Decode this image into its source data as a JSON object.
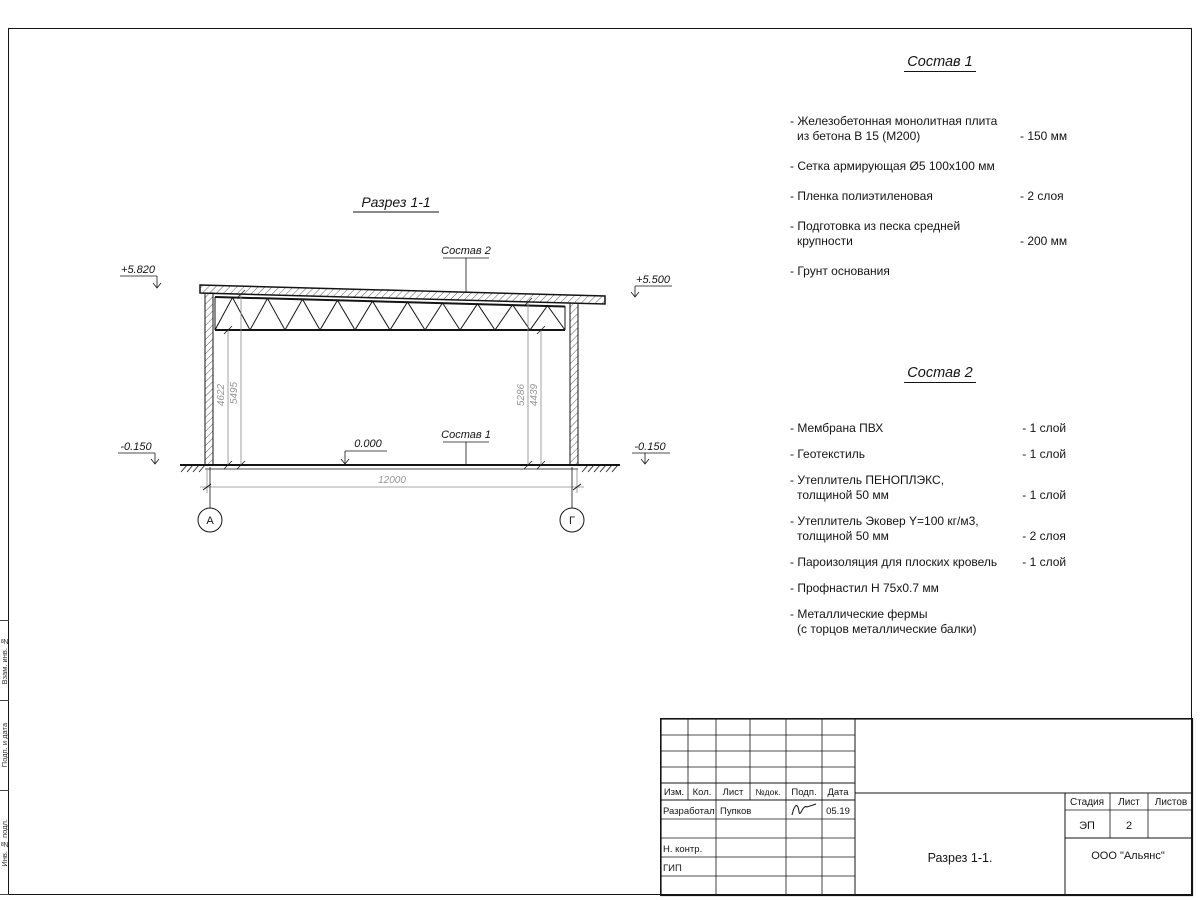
{
  "sheet": {
    "side_labels": [
      "Взам. инв. №",
      "Подп. и дата",
      "Инв. № подл."
    ]
  },
  "drawing": {
    "title": "Разрез 1-1",
    "elev_top_left": "+5.820",
    "elev_top_right": "+5.500",
    "elev_zero": "0.000",
    "elev_bottom_left": "-0.150",
    "elev_bottom_right": "-0.150",
    "dim_span": "12000",
    "dim_left_inner": "4622",
    "dim_left_outer": "5495",
    "dim_right_inner": "5286",
    "dim_right_outer": "4439",
    "leader_roof": "Состав 2",
    "leader_floor": "Состав 1",
    "axis_left": "А",
    "axis_right": "Г"
  },
  "spec1": {
    "heading": "Состав 1",
    "items": [
      {
        "line1": "- Железобетонная  монолитная плита",
        "line2": "из бетона В 15 (М200)",
        "value": "- 150 мм"
      },
      {
        "line1": "- Сетка армирующая Ø5 100х100 мм",
        "line2": "",
        "value": ""
      },
      {
        "line1": "- Пленка полиэтиленовая",
        "line2": "",
        "value": "- 2 слоя"
      },
      {
        "line1": "- Подготовка из песка средней",
        "line2": "крупности",
        "value": "- 200 мм"
      },
      {
        "line1": "- Грунт основания",
        "line2": "",
        "value": ""
      }
    ]
  },
  "spec2": {
    "heading": "Состав 2",
    "items": [
      {
        "line1": "- Мембрана ПВХ",
        "line2": "",
        "value": "- 1 слой"
      },
      {
        "line1": "- Геотекстиль",
        "line2": "",
        "value": "- 1 слой"
      },
      {
        "line1": "- Утеплитель ПЕНОПЛЭКС,",
        "line2": "толщиной 50 мм",
        "value": "- 1 слой"
      },
      {
        "line1": "- Утеплитель Эковер Y=100 кг/м3,",
        "line2": "толщиной 50 мм",
        "value": "- 2 слоя"
      },
      {
        "line1": "- Пароизоляция для плоских кровель",
        "line2": "",
        "value": "- 1 слой"
      },
      {
        "line1": "- Профнастил Н 75х0.7 мм",
        "line2": "",
        "value": ""
      },
      {
        "line1": "- Металлические фермы",
        "line2": "(с торцов металлические балки)",
        "value": ""
      }
    ]
  },
  "titleblock": {
    "cols": [
      "Изм.",
      "Кол.",
      "Лист",
      "№док.",
      "Подп.",
      "Дата"
    ],
    "row_developer_role": "Разработал",
    "row_developer_name": "Пупков",
    "row_developer_date": "05.19",
    "row_ncontrol": "Н. контр.",
    "row_gip": "ГИП",
    "doc_title": "Разрез 1-1.",
    "company": "ООО \"Альянс\"",
    "stage_label": "Стадия",
    "sheet_label": "Лист",
    "sheets_label": "Листов",
    "stage_value": "ЭП",
    "sheet_value": "2"
  }
}
